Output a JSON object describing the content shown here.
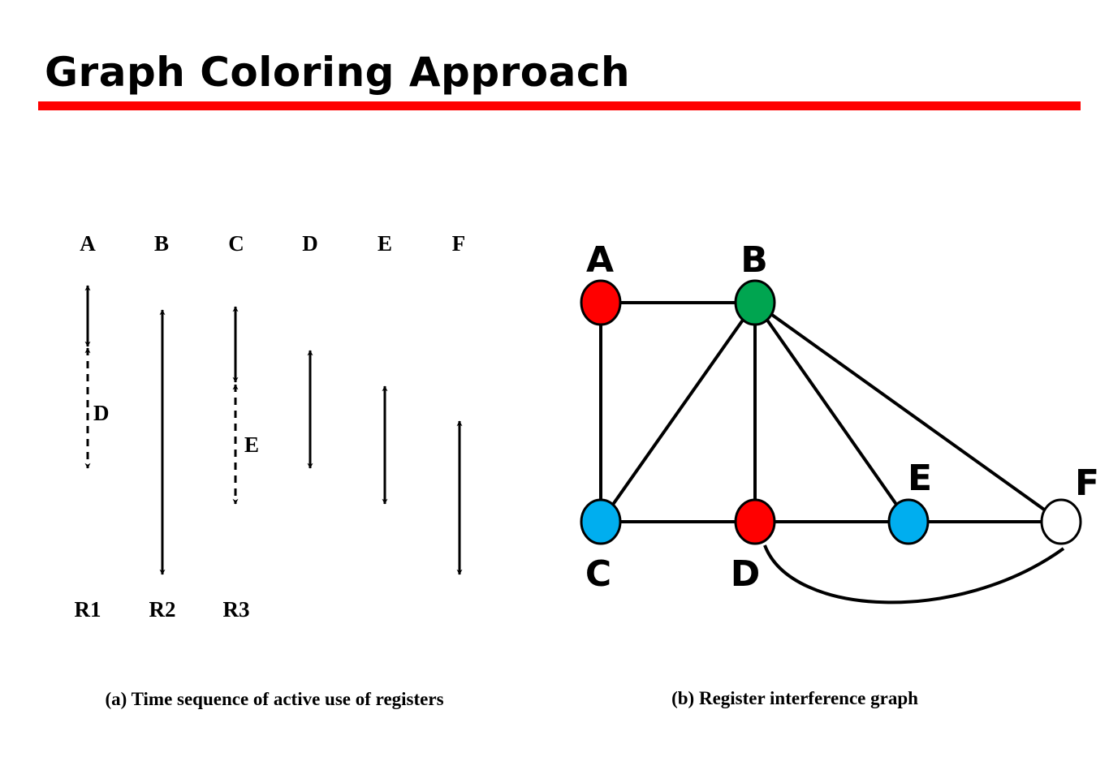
{
  "slide": {
    "title": "Graph Coloring Approach",
    "rule_color": "#ff0000"
  },
  "panel_a": {
    "columns": [
      "A",
      "B",
      "C",
      "D",
      "E",
      "F"
    ],
    "registers": [
      "R1",
      "R2",
      "R3"
    ],
    "inline_labels": {
      "col_a": "D",
      "col_c": "E"
    },
    "caption": "(a) Time sequence of active use of registers"
  },
  "panel_b": {
    "caption": "(b) Register interference graph",
    "nodes": [
      {
        "id": "A",
        "label": "A",
        "color": "#ff0000"
      },
      {
        "id": "B",
        "label": "B",
        "color": "#00a550"
      },
      {
        "id": "C",
        "label": "C",
        "color": "#00aeef"
      },
      {
        "id": "D",
        "label": "D",
        "color": "#ff0000"
      },
      {
        "id": "E",
        "label": "E",
        "color": "#00aeef"
      },
      {
        "id": "F",
        "label": "F",
        "color": "#ffffff"
      }
    ],
    "edges": [
      [
        "A",
        "B"
      ],
      [
        "A",
        "C"
      ],
      [
        "B",
        "C"
      ],
      [
        "B",
        "D"
      ],
      [
        "B",
        "E"
      ],
      [
        "B",
        "F"
      ],
      [
        "C",
        "D"
      ],
      [
        "D",
        "E"
      ],
      [
        "E",
        "F"
      ],
      [
        "D",
        "F"
      ]
    ]
  }
}
